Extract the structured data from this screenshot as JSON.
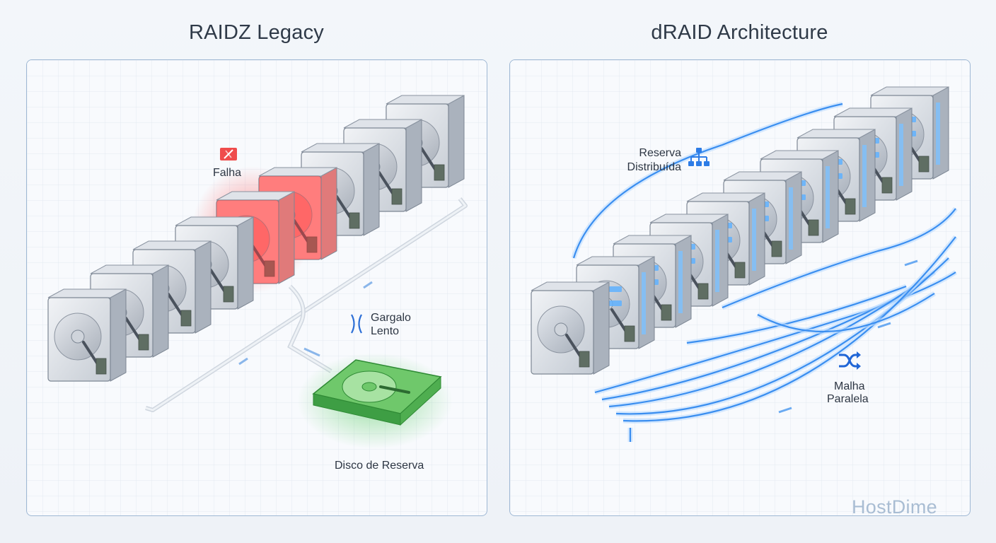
{
  "left": {
    "title": "RAIDZ Legacy",
    "labels": {
      "failure": "Falha",
      "bottleneck_line1": "Gargalo",
      "bottleneck_line2": "Lento",
      "spare": "Disco de Reserva"
    }
  },
  "right": {
    "title": "dRAID Architecture",
    "labels": {
      "distributed_line1": "Reserva",
      "distributed_line2": "Distribuída",
      "mesh_line1": "Malha",
      "mesh_line2": "Paralela"
    }
  },
  "brand": "HostDime",
  "colors": {
    "failure": "#ff3b3b",
    "spare": "#4fc95a",
    "mesh": "#3a8ef0",
    "panel_border": "#9fb8d4"
  },
  "icons": {
    "failure": "warning-icon",
    "bottleneck": "bottleneck-icon",
    "distributed": "network-tree-icon",
    "mesh": "shuffle-icon"
  }
}
